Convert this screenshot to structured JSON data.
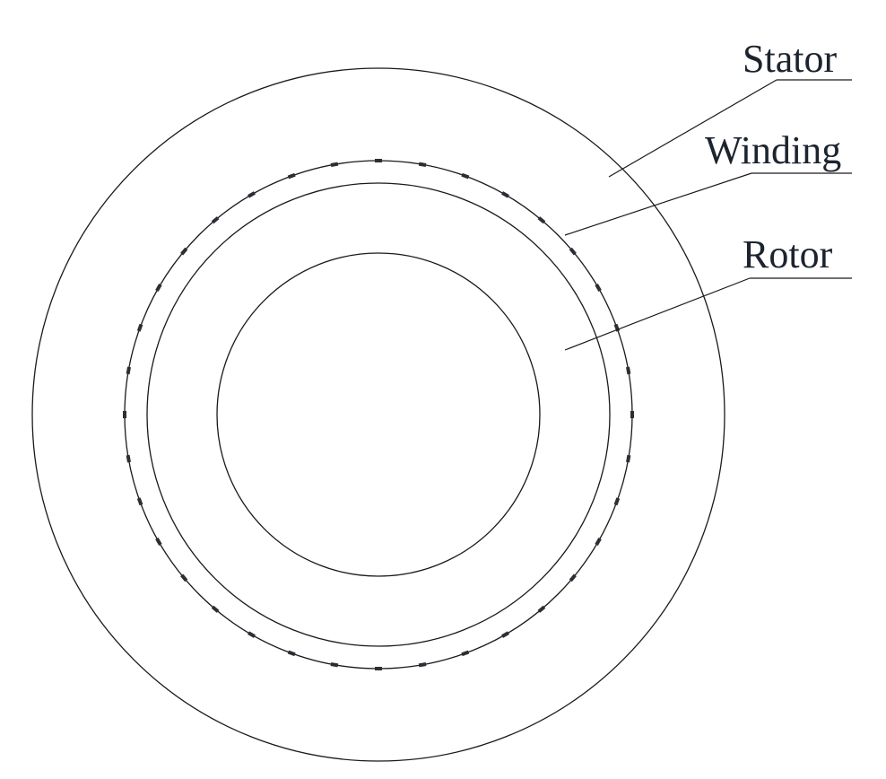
{
  "labels": {
    "stator": "Stator",
    "winding": "Winding",
    "rotor": "Rotor"
  },
  "colors": {
    "line": "#1a1a1a",
    "text": "#1c2430",
    "winding_mark": "#2a2f36"
  }
}
